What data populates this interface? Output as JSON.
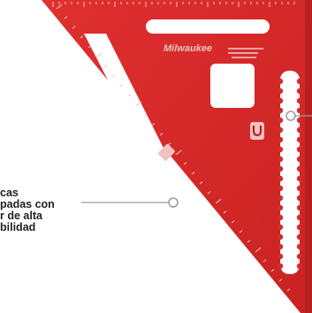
{
  "product": {
    "brand_logo_text": "Milwaukee",
    "colors": {
      "body": "#d62a2a",
      "body_dark": "#b81f20",
      "markings": "#f3c2c0",
      "callout_line": "#9a9a9a",
      "callout_text": "#222222"
    }
  },
  "callout": {
    "line1": "cas",
    "line2": "padas con",
    "line3": "r de alta",
    "line4": "bilidad"
  },
  "icons": {
    "magnet": "magnet-icon",
    "pointer": "callout-dot-icon"
  }
}
